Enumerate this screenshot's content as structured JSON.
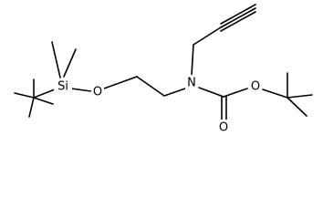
{
  "molecule": {
    "atoms": {
      "si": "Si",
      "o_ether": "O",
      "n": "N",
      "o_ester": "O",
      "o_carbonyl": "O"
    }
  }
}
